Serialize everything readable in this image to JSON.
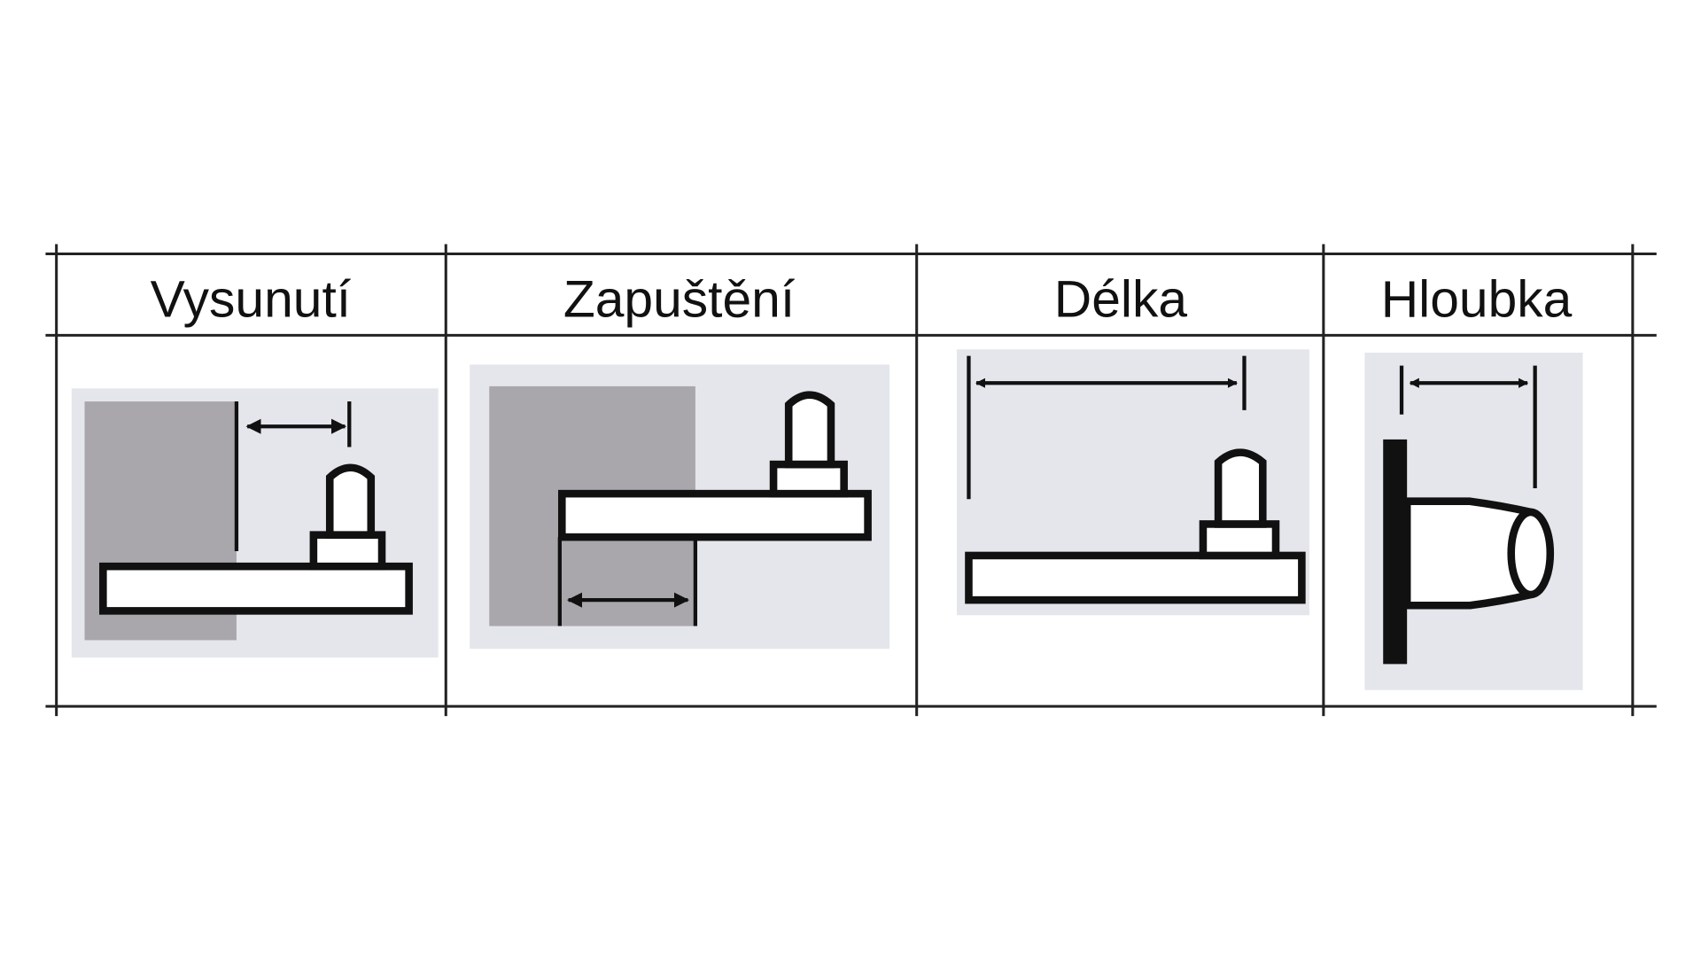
{
  "table": {
    "columns": [
      {
        "header": "Vysunutí",
        "icon": "protrusion-measurement-icon"
      },
      {
        "header": "Zapuštění",
        "icon": "recess-measurement-icon"
      },
      {
        "header": "Délka",
        "icon": "length-measurement-icon"
      },
      {
        "header": "Hloubka",
        "icon": "depth-measurement-icon"
      }
    ]
  },
  "colors": {
    "panel": "#e4e6eb",
    "wall": "#a9a7ac",
    "line": "#111111"
  }
}
